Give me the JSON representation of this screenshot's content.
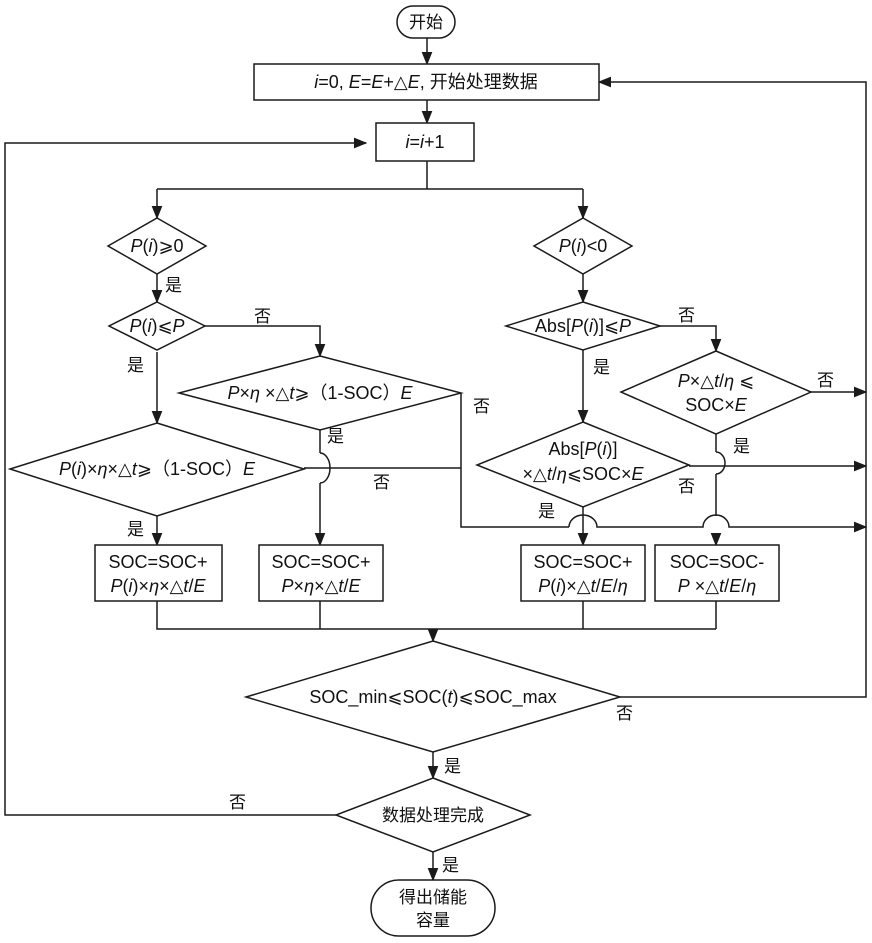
{
  "start": "开始",
  "init": {
    "p1": "i",
    "p2": "=0, ",
    "p3": "E",
    "p4": "=",
    "p5": "E",
    "p6": "+△",
    "p7": "E",
    "p8": ", 开始处理数据"
  },
  "incr": {
    "p1": "i",
    "p2": "=",
    "p3": "i",
    "p4": "+1"
  },
  "d_pos": {
    "p1": "P",
    "p2": "(",
    "p3": "i",
    "p4": ")⩾0"
  },
  "d_neg": {
    "p1": "P",
    "p2": "(",
    "p3": "i",
    "p4": ")<0"
  },
  "d_pos_le": {
    "p1": "P",
    "p2": "(",
    "p3": "i",
    "p4": ")⩽",
    "p5": "P"
  },
  "d_pos_big": {
    "p1": "P",
    "p2": "×",
    "p3": "η",
    "p4": " ×△",
    "p5": "t",
    "p6": "⩾（1-SOC）",
    "p7": "E"
  },
  "d_pos_small": {
    "p1": "P",
    "p2": "(",
    "p3": "i",
    "p4": ")×",
    "p5": "η",
    "p6": "×△",
    "p7": "t",
    "p8": "⩾（1-SOC）",
    "p9": "E"
  },
  "d_abs": {
    "p1": "Abs[",
    "p2": "P",
    "p3": "(",
    "p4": "i",
    "p5": ")]⩽",
    "p6": "P"
  },
  "d_neg_big": {
    "l1p1": "P",
    "l1p2": "×△",
    "l1p3": "t",
    "l1p4": "/",
    "l1p5": "η",
    "l1p6": " ⩽",
    "l2p1": "SOC×",
    "l2p2": "E"
  },
  "d_neg_small": {
    "l1p1": "Abs[",
    "l1p2": "P",
    "l1p3": "(",
    "l1p4": "i",
    "l1p5": ")]",
    "l2p1": "×△",
    "l2p2": "t",
    "l2p3": "/",
    "l2p4": "η",
    "l2p5": "⩽SOC×",
    "l2p6": "E"
  },
  "box1": {
    "l1": "SOC=SOC+",
    "l2p1": "P",
    "l2p2": "(",
    "l2p3": "i",
    "l2p4": ")×",
    "l2p5": "η",
    "l2p6": "×△",
    "l2p7": "t",
    "l2p8": "/",
    "l2p9": "E"
  },
  "box2": {
    "l1": "SOC=SOC+",
    "l2p1": "P",
    "l2p2": "×",
    "l2p3": "η",
    "l2p4": "×△",
    "l2p5": "t",
    "l2p6": "/",
    "l2p7": "E"
  },
  "box3": {
    "l1": "SOC=SOC+",
    "l2p1": "P",
    "l2p2": "(",
    "l2p3": "i",
    "l2p4": ")×△",
    "l2p5": "t",
    "l2p6": "/",
    "l2p7": "E",
    "l2p8": "/",
    "l2p9": "η"
  },
  "box4": {
    "l1": "SOC=SOC-",
    "l2p1": "P",
    "l2p2": " ×△",
    "l2p3": "t",
    "l2p4": "/",
    "l2p5": "E",
    "l2p6": "/",
    "l2p7": "η"
  },
  "d_soc": {
    "p1": "SOC_min⩽SOC(",
    "p2": "t",
    "p3": ")⩽SOC_max"
  },
  "d_done": "数据处理完成",
  "end": {
    "l1": "得出储能",
    "l2": "容量"
  },
  "labels": {
    "yes": "是",
    "no": "否"
  }
}
